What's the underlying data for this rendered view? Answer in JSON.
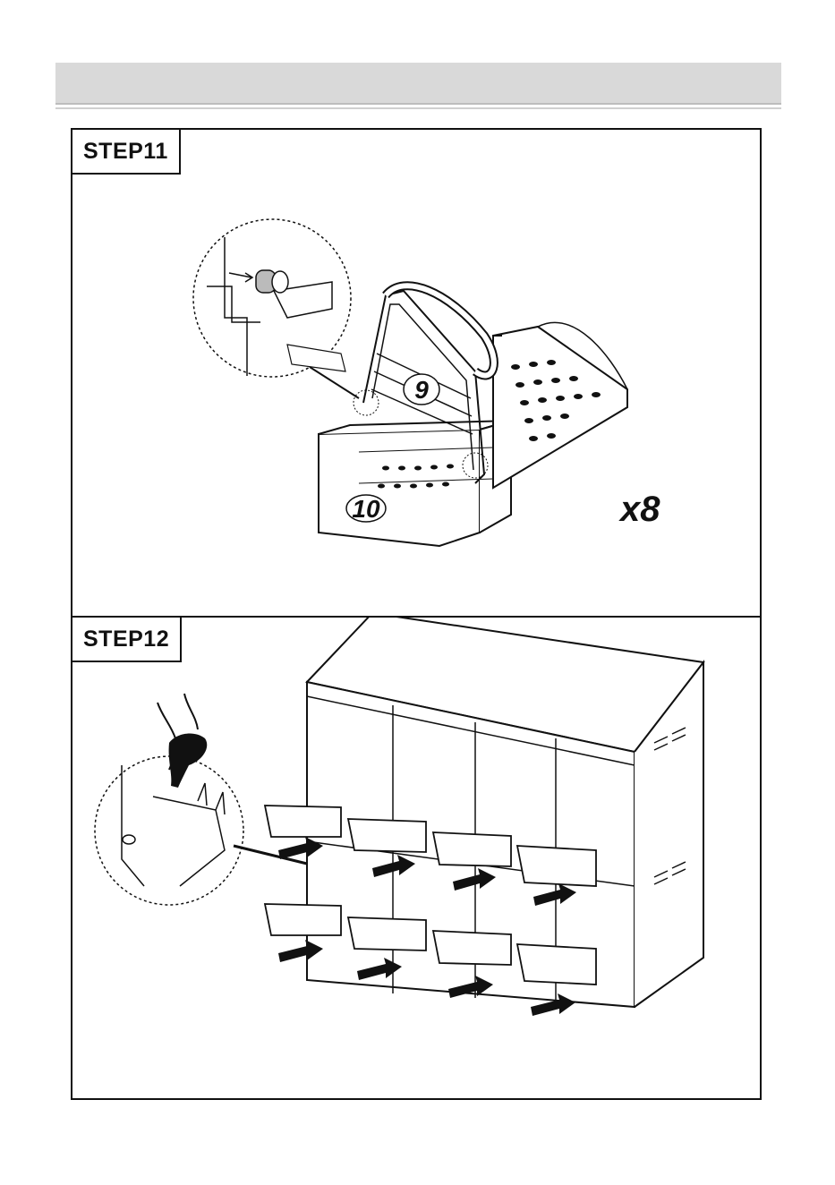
{
  "steps": [
    {
      "label": "STEP11",
      "parts": [
        "9",
        "10"
      ],
      "quantity": "x8"
    },
    {
      "label": "STEP12"
    }
  ],
  "colors": {
    "line": "#111111",
    "header": "#d9d9d9",
    "arrow": "#111111"
  }
}
